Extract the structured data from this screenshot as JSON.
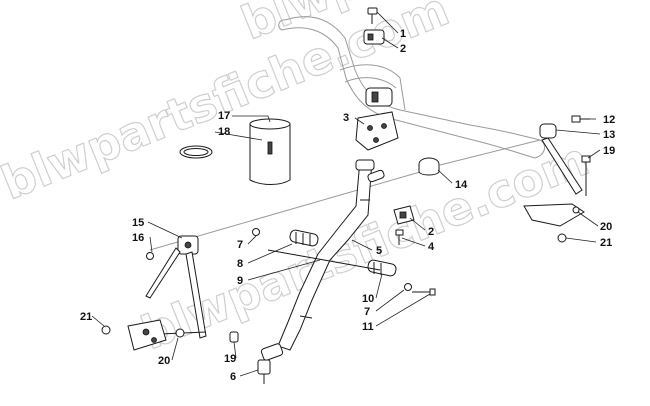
{
  "watermark": {
    "text": "blwpartsfiche.com"
  },
  "callouts": {
    "c1": "1",
    "c2a": "2",
    "c2b": "2",
    "c3": "3",
    "c4": "4",
    "c5": "5",
    "c6": "6",
    "c7a": "7",
    "c7b": "7",
    "c8": "8",
    "c9": "9",
    "c10": "10",
    "c11": "11",
    "c12": "12",
    "c13": "13",
    "c14": "14",
    "c15": "15",
    "c16": "16",
    "c17": "17",
    "c18": "18",
    "c19a": "19",
    "c19b": "19",
    "c20a": "20",
    "c20b": "20",
    "c21a": "21",
    "c21b": "21"
  }
}
